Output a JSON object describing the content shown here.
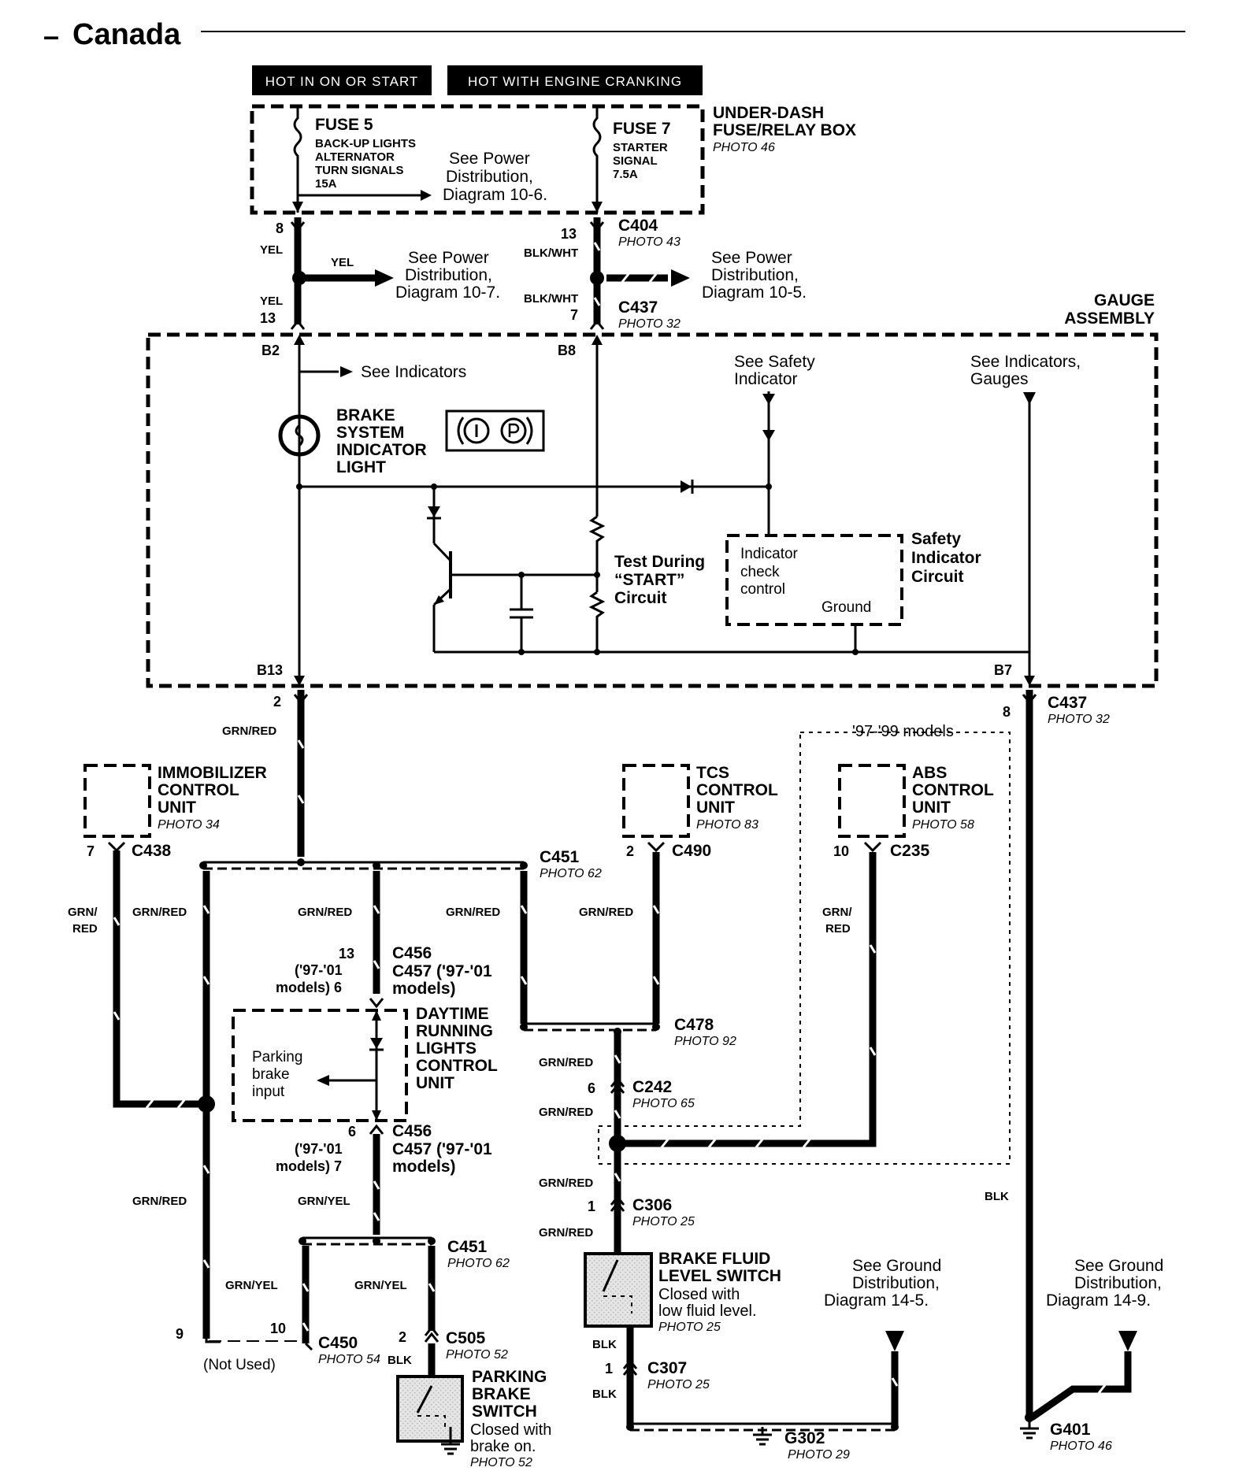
{
  "section": {
    "dash": "–",
    "title": "Canada"
  },
  "power": {
    "hot_on_start": "HOT IN ON OR START",
    "hot_cranking": "HOT WITH ENGINE CRANKING"
  },
  "fusebox": {
    "name1": "UNDER-DASH",
    "name2": "FUSE/RELAY BOX",
    "photo": "PHOTO 46",
    "fuse5": {
      "title": "FUSE 5",
      "line1": "BACK-UP LIGHTS",
      "line2": "ALTERNATOR",
      "line3": "TURN SIGNALS",
      "line4": "15A"
    },
    "fuse7": {
      "title": "FUSE 7",
      "line1": "STARTER",
      "line2": "SIGNAL",
      "line3": "7.5A"
    },
    "ref1": "See Power",
    "ref2": "Distribution,",
    "ref3": "Diagram 10-6."
  },
  "c404": {
    "name": "C404",
    "photo": "PHOTO 43",
    "pin_left": "8",
    "pin_right": "13",
    "color_left": "YEL",
    "color_right": "BLK/WHT"
  },
  "splice_left": {
    "color": "YEL",
    "ref1": "See Power",
    "ref2": "Distribution,",
    "ref3": "Diagram 10-7."
  },
  "splice_right": {
    "ref1": "See Power",
    "ref2": "Distribution,",
    "ref3": "Diagram 10-5."
  },
  "c437_top": {
    "name": "C437",
    "photo": "PHOTO 32",
    "pin_left": "13",
    "pin_right": "7",
    "color_left": "YEL",
    "color_right": "BLK/WHT"
  },
  "gauge": {
    "name1": "GAUGE",
    "name2": "ASSEMBLY",
    "pin_b2": "B2",
    "pin_b8": "B8",
    "pin_b13": "B13",
    "pin_b7": "B7",
    "see_indicators": "See Indicators",
    "lamp1": "BRAKE",
    "lamp2": "SYSTEM",
    "lamp3": "INDICATOR",
    "lamp4": "LIGHT",
    "safety_ref1": "See Safety",
    "safety_ref2": "Indicator",
    "gauges_ref1": "See Indicators,",
    "gauges_ref2": "Gauges",
    "test1": "Test During",
    "test2": "“START”",
    "test3": "Circuit",
    "check1": "Indicator",
    "check2": "check",
    "check3": "control",
    "ground": "Ground",
    "safety1": "Safety",
    "safety2": "Indicator",
    "safety3": "Circuit"
  },
  "c437_bot": {
    "name": "C437",
    "photo": "PHOTO 32",
    "pin_left": "2",
    "pin_right": "8"
  },
  "grnred_top": "GRN/RED",
  "models_9799": "'97-'99 models",
  "immobilizer": {
    "name1": "IMMOBILIZER",
    "name2": "CONTROL",
    "name3": "UNIT",
    "photo": "PHOTO 34",
    "pin": "7",
    "conn": "C438",
    "color1": "GRN/",
    "color2": "RED"
  },
  "tcs": {
    "name1": "TCS",
    "name2": "CONTROL",
    "name3": "UNIT",
    "photo": "PHOTO 83",
    "pin": "2",
    "conn": "C490"
  },
  "abs": {
    "name1": "ABS",
    "name2": "CONTROL",
    "name3": "UNIT",
    "photo": "PHOTO 58",
    "pin": "10",
    "conn": "C235",
    "color1": "GRN/",
    "color2": "RED"
  },
  "c451_top": {
    "name": "C451",
    "photo": "PHOTO 62"
  },
  "wire_labels": {
    "l1": "GRN/RED",
    "l2": "GRN/RED",
    "l3": "GRN/RED",
    "l4": "GRN/RED",
    "l5": "GRN/RED",
    "l6": "GRN/YEL",
    "l7": "GRN/YEL",
    "l8": "GRN/YEL",
    "l9": "BLK"
  },
  "c456_top": {
    "pin": "13",
    "sub1": "('97-'01",
    "sub2": "models) 6",
    "conn1": "C456",
    "conn2": "C457 ('97-'01",
    "conn3": "models)"
  },
  "drl": {
    "name1": "DAYTIME",
    "name2": "RUNNING",
    "name3": "LIGHTS",
    "name4": "CONTROL",
    "name5": "UNIT",
    "input1": "Parking",
    "input2": "brake",
    "input3": "input"
  },
  "c456_bot": {
    "pin": "6",
    "sub1": "('97-'01",
    "sub2": "models) 7",
    "conn1": "C456",
    "conn2": "C457 ('97-'01",
    "conn3": "models)"
  },
  "c478": {
    "name": "C478",
    "photo": "PHOTO 92"
  },
  "c242": {
    "name": "C242",
    "photo": "PHOTO 65",
    "pin": "6",
    "color_top": "GRN/RED",
    "color_bot": "GRN/RED"
  },
  "c306": {
    "name": "C306",
    "photo": "PHOTO 25",
    "pin": "1",
    "color_top": "GRN/RED",
    "color_bot": "GRN/RED"
  },
  "brake_fluid": {
    "name1": "BRAKE FLUID",
    "name2": "LEVEL SWITCH",
    "desc1": "Closed with",
    "desc2": "low fluid level.",
    "photo": "PHOTO 25"
  },
  "c307": {
    "name": "C307",
    "photo": "PHOTO 25",
    "pin": "1",
    "color_top": "BLK",
    "color_bot": "BLK"
  },
  "c451_bot": {
    "name": "C451",
    "photo": "PHOTO 62"
  },
  "c450": {
    "name": "C450",
    "photo": "PHOTO 54",
    "pin_left": "9",
    "pin_right": "10",
    "not_used": "(Not Used)"
  },
  "c505": {
    "name": "C505",
    "photo": "PHOTO 52",
    "pin": "2",
    "color": "BLK"
  },
  "parking": {
    "name1": "PARKING",
    "name2": "BRAKE",
    "name3": "SWITCH",
    "desc1": "Closed with",
    "desc2": "brake on.",
    "photo": "PHOTO 52"
  },
  "ground_ref_left": {
    "l1": "See Ground",
    "l2": "Distribution,",
    "l3": "Diagram 14-5."
  },
  "ground_ref_right": {
    "l1": "See Ground",
    "l2": "Distribution,",
    "l3": "Diagram 14-9."
  },
  "g302": {
    "name": "G302",
    "photo": "PHOTO 29"
  },
  "g401": {
    "name": "G401",
    "photo": "PHOTO 46"
  }
}
